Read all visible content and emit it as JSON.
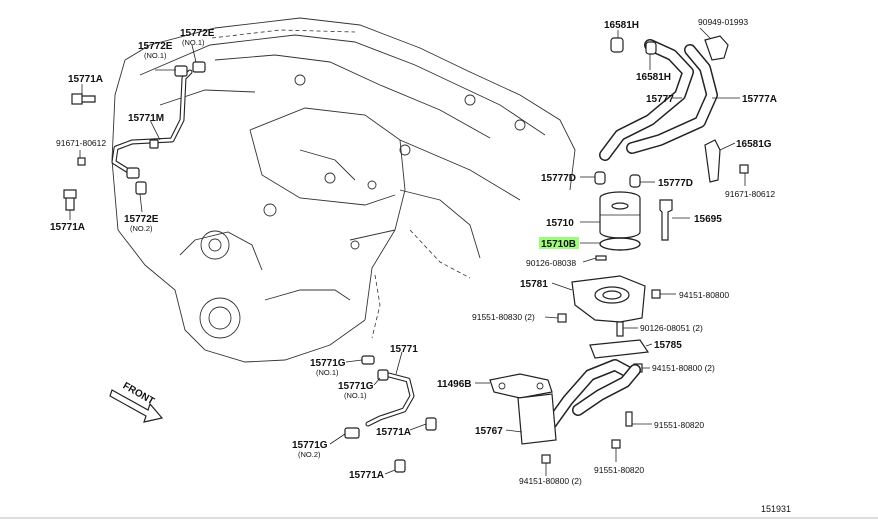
{
  "highlight_color": "#9dfc7c",
  "figure_number": "151931",
  "front_label": "FRONT",
  "labels": {
    "p15772e_top": "15772E",
    "p15772e_top_sub": "(NO.1)",
    "p15772e_mid": "15772E",
    "p15772e_mid_sub": "(NO.1)",
    "p15771a_1": "15771A",
    "p15771m": "15771M",
    "p91671_left": "91671-80612",
    "p15771a_2": "15771A",
    "p15772e_low": "15772E",
    "p15772e_low_sub": "(NO.2)",
    "p16581h_1": "16581H",
    "p90949": "90949-01993",
    "p16581h_2": "16581H",
    "p15777": "15777",
    "p15777a": "15777A",
    "p16581g": "16581G",
    "p91671_right": "91671-80612",
    "p15777d_1": "15777D",
    "p15777d_2": "15777D",
    "p15710": "15710",
    "p15695": "15695",
    "p15710b": "15710B",
    "p90126_08038": "90126-08038",
    "p15781": "15781",
    "p94151_1": "94151-80800",
    "p91551_80830": "91551-80830 (2)",
    "p90126_08051": "90126-08051 (2)",
    "p15785": "15785",
    "p94151_2": "94151-80800 (2)",
    "p11496b": "11496B",
    "p15771": "15771",
    "p15771g_1": "15771G",
    "p15771g_1_sub": "(NO.1)",
    "p15771g_2": "15771G",
    "p15771g_2_sub": "(NO.1)",
    "p15771a_3": "15771A",
    "p15771g_3": "15771G",
    "p15771g_3_sub": "(NO.2)",
    "p15771a_4": "15771A",
    "p15767": "15767",
    "p91551_80820": "91551-80820",
    "p91551_80820_2": "91551-80820",
    "p94151_3": "94151-80800 (2)"
  }
}
